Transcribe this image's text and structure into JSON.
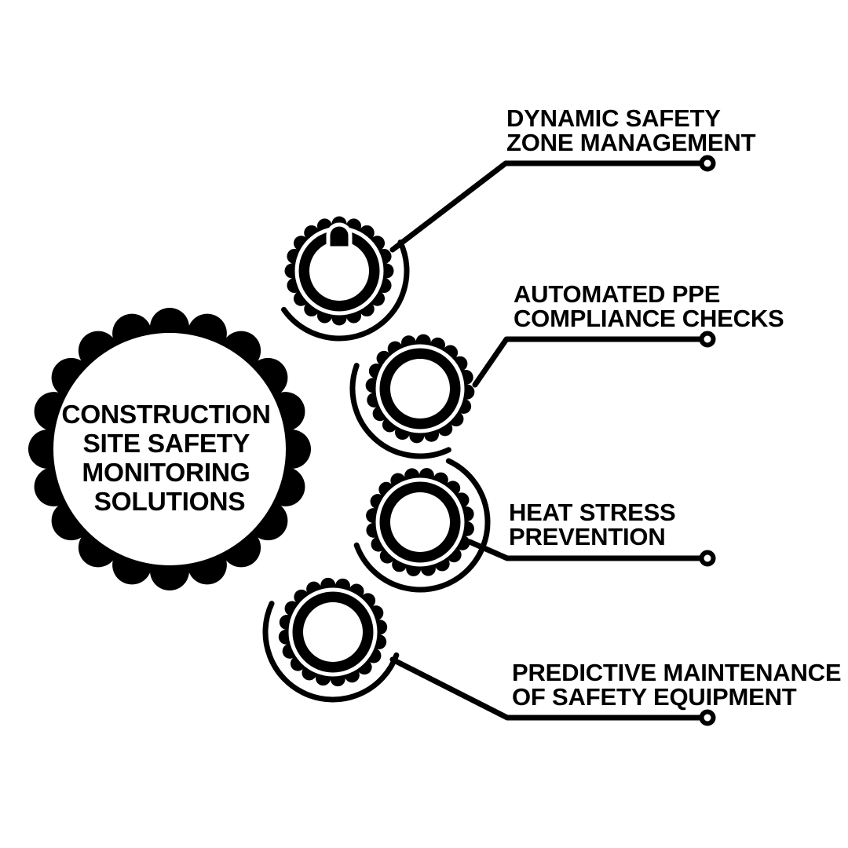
{
  "meta": {
    "background_color": "#ffffff",
    "ink_color": "#000000",
    "layout": "hub-and-spoke gear infographic, 4 branches on the right"
  },
  "center": {
    "name": "central-gear",
    "title_lines": [
      "CONSTRUCTION",
      "SITE SAFETY",
      "MONITORING",
      "SOLUTIONS"
    ],
    "icon": "gear-icon",
    "teeth": 20
  },
  "branches": [
    {
      "id": "dynamic-safety-zone-management",
      "index": 1,
      "title_lines": [
        "DYNAMIC SAFETY",
        "ZONE MANAGEMENT"
      ],
      "icon": "gear-with-hardhat-icon",
      "gear_teeth": 20,
      "connector": {
        "kind": "elbow-line-with-dot",
        "dot": "endpoint-dot"
      }
    },
    {
      "id": "automated-ppe-compliance-checks",
      "index": 2,
      "title_lines": [
        "AUTOMATED PPE",
        "COMPLIANCE CHECKS"
      ],
      "icon": "gear-icon",
      "gear_teeth": 20,
      "connector": {
        "kind": "elbow-line-with-dot",
        "dot": "endpoint-dot"
      }
    },
    {
      "id": "heat-stress-prevention",
      "index": 3,
      "title_lines": [
        "HEAT STRESS",
        "PREVENTION"
      ],
      "icon": "gear-icon",
      "gear_teeth": 20,
      "connector": {
        "kind": "elbow-line-with-dot",
        "dot": "endpoint-dot"
      }
    },
    {
      "id": "predictive-maintenance-of-safety-equipment",
      "index": 4,
      "title_lines": [
        "PREDICTIVE MAINTENANCE",
        "OF SAFETY EQUIPMENT"
      ],
      "icon": "gear-icon",
      "gear_teeth": 20,
      "connector": {
        "kind": "elbow-line-with-dot",
        "dot": "endpoint-dot"
      }
    }
  ]
}
